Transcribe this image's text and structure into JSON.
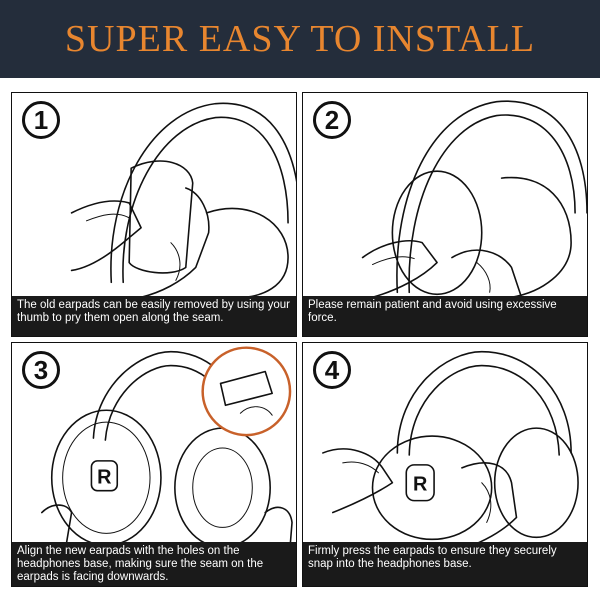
{
  "header": {
    "title": "SUPER EASY TO INSTALL"
  },
  "steps": [
    {
      "number": "1",
      "caption": "The old earpads can be easily removed by using your thumb to pry them open along the seam."
    },
    {
      "number": "2",
      "caption": "Please remain patient and avoid using excessive force."
    },
    {
      "number": "3",
      "caption": "Align the new earpads with the holes on the headphones base, making sure the seam on the earpads is facing downwards."
    },
    {
      "number": "4",
      "caption": "Firmly press the earpads to ensure they securely snap into the headphones base."
    }
  ],
  "earpad_letter": "R",
  "colors": {
    "header_bg": "#242d3b",
    "header_text": "#e8862f",
    "caption_bg": "#1a1a1a",
    "inset_ring": "#c8612a"
  }
}
